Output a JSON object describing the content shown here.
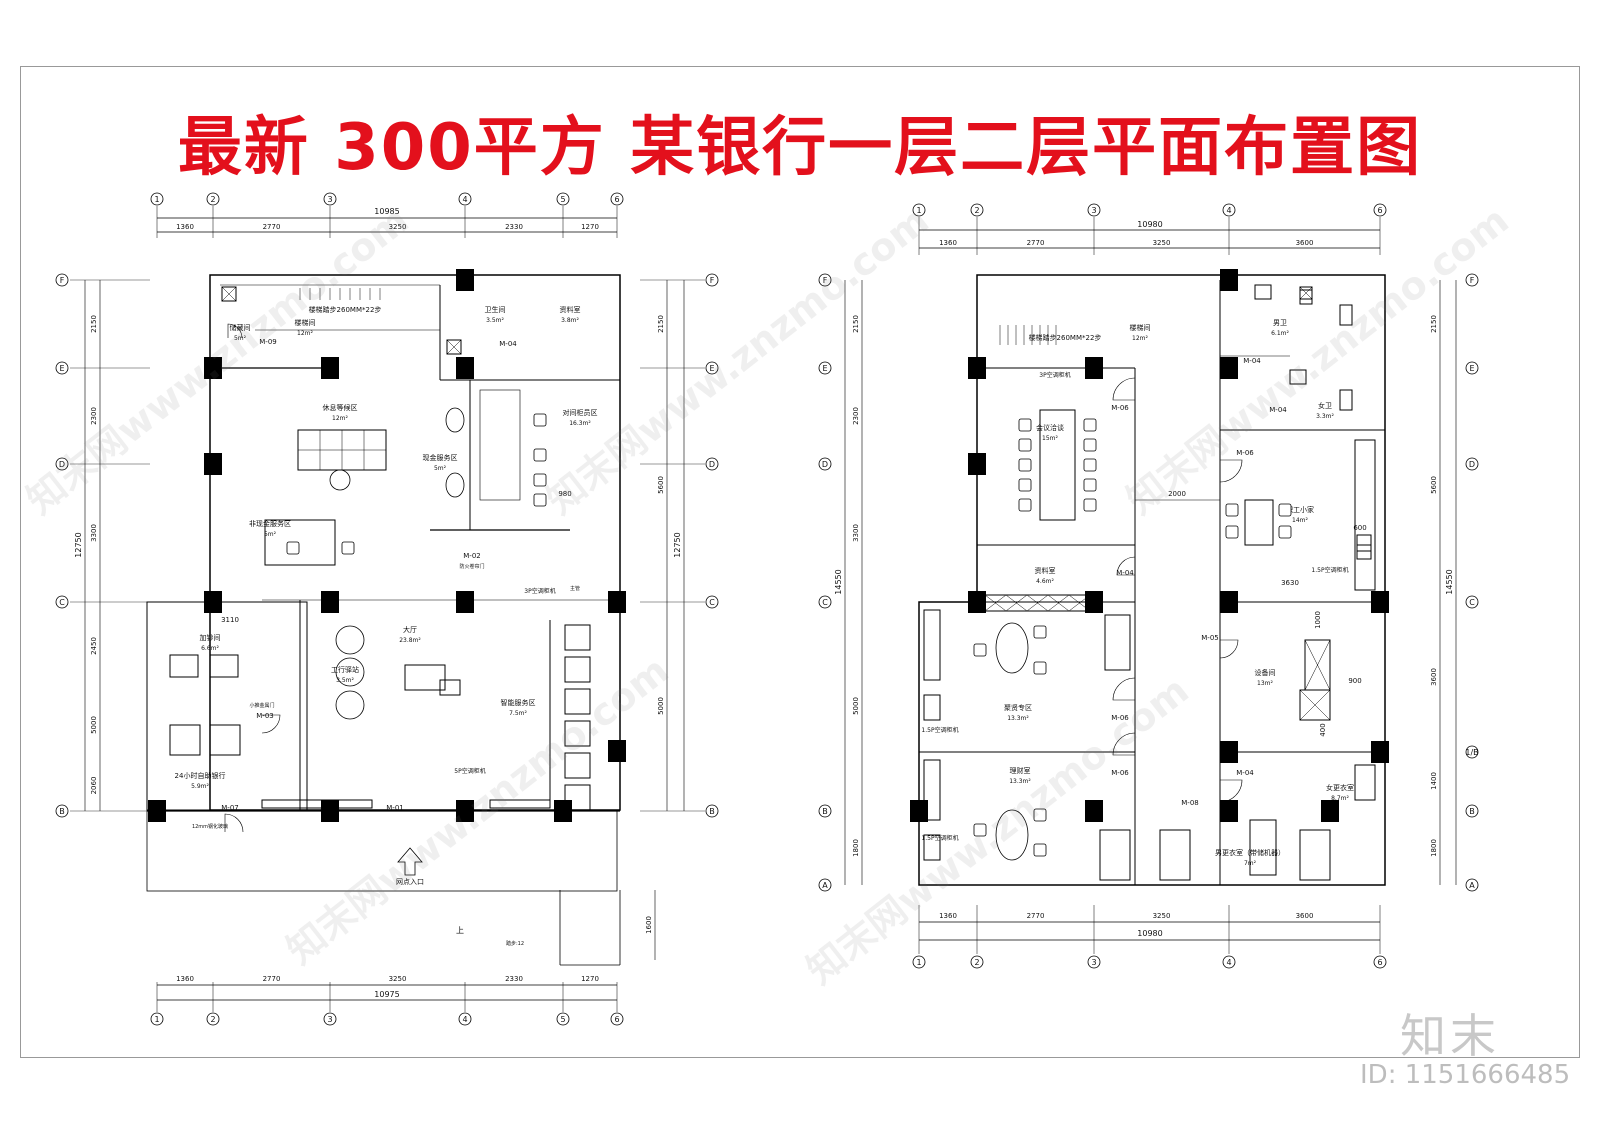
{
  "title": "最新 300平方 某银行一层二层平面布置图",
  "watermark": {
    "logo": "知末",
    "id": "ID: 1151666485",
    "site": "znzmo.com",
    "brand": "知末网www.znzmo.com"
  },
  "colors": {
    "title": "#e3101c",
    "line": "#000000",
    "column": "#000000",
    "dim": "#333333"
  },
  "axes": {
    "cols": [
      "1",
      "2",
      "3",
      "4",
      "5",
      "6"
    ],
    "rows": [
      "A",
      "B",
      "1/B",
      "C",
      "D",
      "E",
      "F"
    ]
  },
  "plan1": {
    "total_top": "10985",
    "total_bottom": "10975",
    "spans": [
      "1360",
      "2770",
      "3250",
      "2330",
      "1270"
    ],
    "left_dims": [
      "2150",
      "2300",
      "3300",
      "2450",
      "5000",
      "2060",
      "12750"
    ],
    "right_dims": [
      "2150",
      "5600",
      "5000",
      "12750",
      "1600"
    ],
    "rooms": [
      {
        "name": "储藏间",
        "area": "5m²"
      },
      {
        "name": "楼梯间",
        "area": "12m²"
      },
      {
        "name": "卫生间",
        "area": "3.5m²"
      },
      {
        "name": "资料室",
        "area": "3.8m²"
      },
      {
        "name": "休息等候区",
        "area": "12m²"
      },
      {
        "name": "现金服务区",
        "area": "5m²"
      },
      {
        "name": "对间柜员区",
        "area": "16.3m²"
      },
      {
        "name": "非现金服务区",
        "area": "5m²"
      },
      {
        "name": "加钞间",
        "area": "6.6m²"
      },
      {
        "name": "大厅",
        "area": "23.8m²"
      },
      {
        "name": "工行驿站",
        "area": "3.5m²"
      },
      {
        "name": "智能服务区",
        "area": "7.5m²"
      },
      {
        "name": "24小时自助银行",
        "area": "5.9m²"
      }
    ],
    "labels": {
      "stair": "楼梯踏步260MM*22步",
      "m01": "M-01",
      "m02": "M-02",
      "m03": "M-03",
      "m04": "M-04",
      "m07": "M-07",
      "m09": "M-09",
      "m02_note": "防火卷帘门",
      "ac3p": "3P空调柜机",
      "ac5p": "5P空调柜机",
      "dim980": "980",
      "dim3110": "3110",
      "entrance": "网点入口",
      "small_door": "小推金属门",
      "glass": "12mm钢化玻璃",
      "ramp": "上",
      "stair_note": "楼梯踏步",
      "ramp_steps": "踏步:12",
      "manager": "主管"
    }
  },
  "plan2": {
    "total_top": "10980",
    "total_bottom": "10980",
    "spans": [
      "1360",
      "2770",
      "3250",
      "3600"
    ],
    "left_dims": [
      "2150",
      "2300",
      "3300",
      "5000",
      "1800",
      "14550"
    ],
    "right_dims": [
      "2150",
      "5600",
      "3600",
      "1400",
      "1800",
      "14550"
    ],
    "rooms": [
      {
        "name": "男卫",
        "area": "6.1m²"
      },
      {
        "name": "女卫",
        "area": "3.3m²"
      },
      {
        "name": "楼梯间",
        "area": "12m²"
      },
      {
        "name": "会议洽谈",
        "area": "15m²"
      },
      {
        "name": "职工小家",
        "area": "14m²"
      },
      {
        "name": "资料室",
        "area": "4.6m²"
      },
      {
        "name": "设备间",
        "area": "13m²"
      },
      {
        "name": "聚贤专区",
        "area": "13.3m²"
      },
      {
        "name": "理财室",
        "area": "13.3m²"
      },
      {
        "name": "女更衣室",
        "area": "8.7m²"
      },
      {
        "name": "男更衣室（带储机器）",
        "area": "7m²"
      }
    ],
    "labels": {
      "stair": "楼梯踏步260MM*22步",
      "m04": "M-04",
      "m05": "M-05",
      "m06": "M-06",
      "m08": "M-08",
      "ac15p": "1.5P空调柜机",
      "ac3p": "3P空调柜机",
      "dim2000": "2000",
      "dim3630": "3630",
      "dim600": "600",
      "dim900": "900",
      "dim1000": "1000",
      "dim400": "400"
    }
  }
}
